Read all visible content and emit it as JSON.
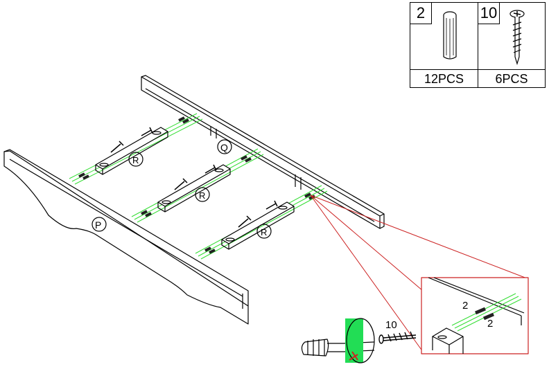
{
  "parts": [
    {
      "id": "2",
      "quantity": "12PCS",
      "icon": "wooden-dowel-icon"
    },
    {
      "id": "10",
      "quantity": "6PCS",
      "icon": "wood-screw-icon"
    }
  ],
  "panels": {
    "front": "P",
    "back": "Q",
    "slat": "R"
  },
  "detail": {
    "dowel_label_a": "2",
    "dowel_label_b": "2",
    "screw_label": "10"
  },
  "colors": {
    "guide_line": "#33dd33",
    "zoom_line": "#cc2222",
    "highlight": "#22dd55"
  }
}
